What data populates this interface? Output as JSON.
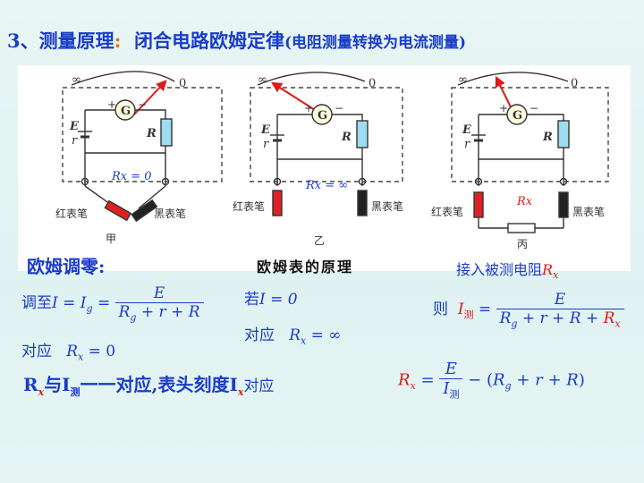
{
  "title": {
    "main": "3、测量原理",
    "colon": ":",
    "law": "闭合电路欧姆定律",
    "sub": "(电阻测量转换为电流测量)"
  },
  "diagrams": {
    "jia": {
      "rx_label": "Rx = 0",
      "red_probe": "红表笔",
      "black_probe": "黑表笔",
      "caption": "甲",
      "scale_inf": "∞",
      "scale_zero": "0"
    },
    "yi": {
      "rx_label": "Rx = ∞",
      "red_probe": "红表笔",
      "black_probe": "黑表笔",
      "caption": "乙",
      "scale_inf": "∞",
      "scale_zero": "0"
    },
    "bing": {
      "rx_label": "Rx",
      "red_probe": "红表笔",
      "black_probe": "黑表笔",
      "caption": "丙",
      "scale_inf": "∞",
      "scale_zero": "0"
    },
    "labels": {
      "E": "E",
      "r": "r",
      "G": "G",
      "R": "R",
      "plus": "+",
      "minus": "−"
    }
  },
  "sections": {
    "zero_adjust": "欧姆调零:",
    "principle_caption": "欧姆表的原理",
    "connect_rx": "接入被测电阻"
  },
  "formulas": {
    "adjust_prefix": "调至",
    "if_prefix": "若",
    "if_value": "I = 0",
    "corresponds": "对应",
    "rx_inf": "= ∞",
    "rx_zero": "= 0",
    "then": "则"
  },
  "final": {
    "text_a": "与I",
    "text_b": "一一对应,表头刻度I",
    "corresponds": "对应"
  }
}
